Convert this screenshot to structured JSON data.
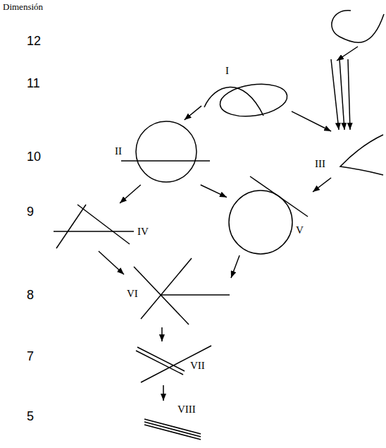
{
  "diagram": {
    "nodes": [
      {
        "text": [
          "I"
        ]
      },
      {
        "text": [
          "II"
        ]
      },
      {
        "text": [
          "III"
        ]
      },
      {
        "text": [
          "IV"
        ]
      },
      {
        "text": [
          "V"
        ]
      },
      {
        "text": [
          "VI"
        ]
      },
      {
        "text": [
          "VII"
        ]
      },
      {
        "text": [
          "VIII"
        ]
      }
    ],
    "edges": [
      {
        "from": 0,
        "to": 1,
        "arrow": "to"
      },
      {
        "from": 0,
        "to": 2,
        "arrow": "to"
      },
      {
        "from": 1,
        "to": 3,
        "arrow": "to"
      },
      {
        "from": 1,
        "to": 4,
        "arrow": "to"
      },
      {
        "from": 2,
        "to": 4,
        "arrow": "to"
      },
      {
        "from": 3,
        "to": 5,
        "arrow": "to"
      },
      {
        "from": 4,
        "to": 5,
        "arrow": "to"
      },
      {
        "from": 5,
        "to": 6,
        "arrow": "to"
      },
      {
        "from": 6,
        "to": 7,
        "arrow": "to"
      }
    ],
    "labels": [
      "Dimensión",
      "12",
      "11",
      "10",
      "9",
      "8",
      "7",
      "5"
    ]
  }
}
